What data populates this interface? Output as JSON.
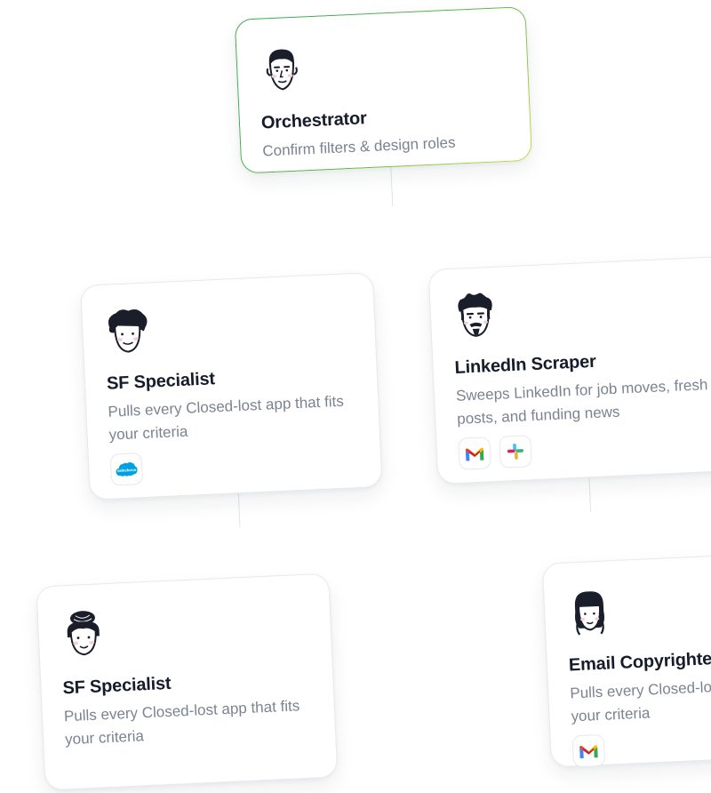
{
  "nodes": {
    "orchestrator": {
      "title": "Orchestrator",
      "description": "Confirm filters & design roles",
      "avatar": "man-avatar-icon"
    },
    "sf_specialist_1": {
      "title": "SF Specialist",
      "description": "Pulls every Closed-lost app that fits your criteria",
      "avatar": "curly-hair-avatar-icon",
      "tools": [
        "salesforce-icon"
      ]
    },
    "linkedin_scraper": {
      "title": "LinkedIn Scraper",
      "description": "Sweeps LinkedIn for job moves, fresh posts, and funding news",
      "avatar": "bearded-man-avatar-icon",
      "tools": [
        "gmail-icon",
        "slack-icon"
      ]
    },
    "sf_specialist_2": {
      "title": "SF Specialist",
      "description": "Pulls every Closed-lost app that fits your criteria",
      "avatar": "bun-hair-avatar-icon"
    },
    "email_copywriter": {
      "title": "Email Copyrighter",
      "description": "Pulls every Closed-lost app that fits your criteria",
      "avatar": "woman-avatar-icon",
      "tools": [
        "gmail-icon"
      ]
    }
  },
  "colors": {
    "accent_green": "#3fa95a",
    "accent_lime": "#c7dc4a",
    "title": "#161c2b",
    "description": "#7b8392",
    "border": "#e6e9ee",
    "connector": "#dfe5e1",
    "salesforce": "#00a1e0"
  }
}
